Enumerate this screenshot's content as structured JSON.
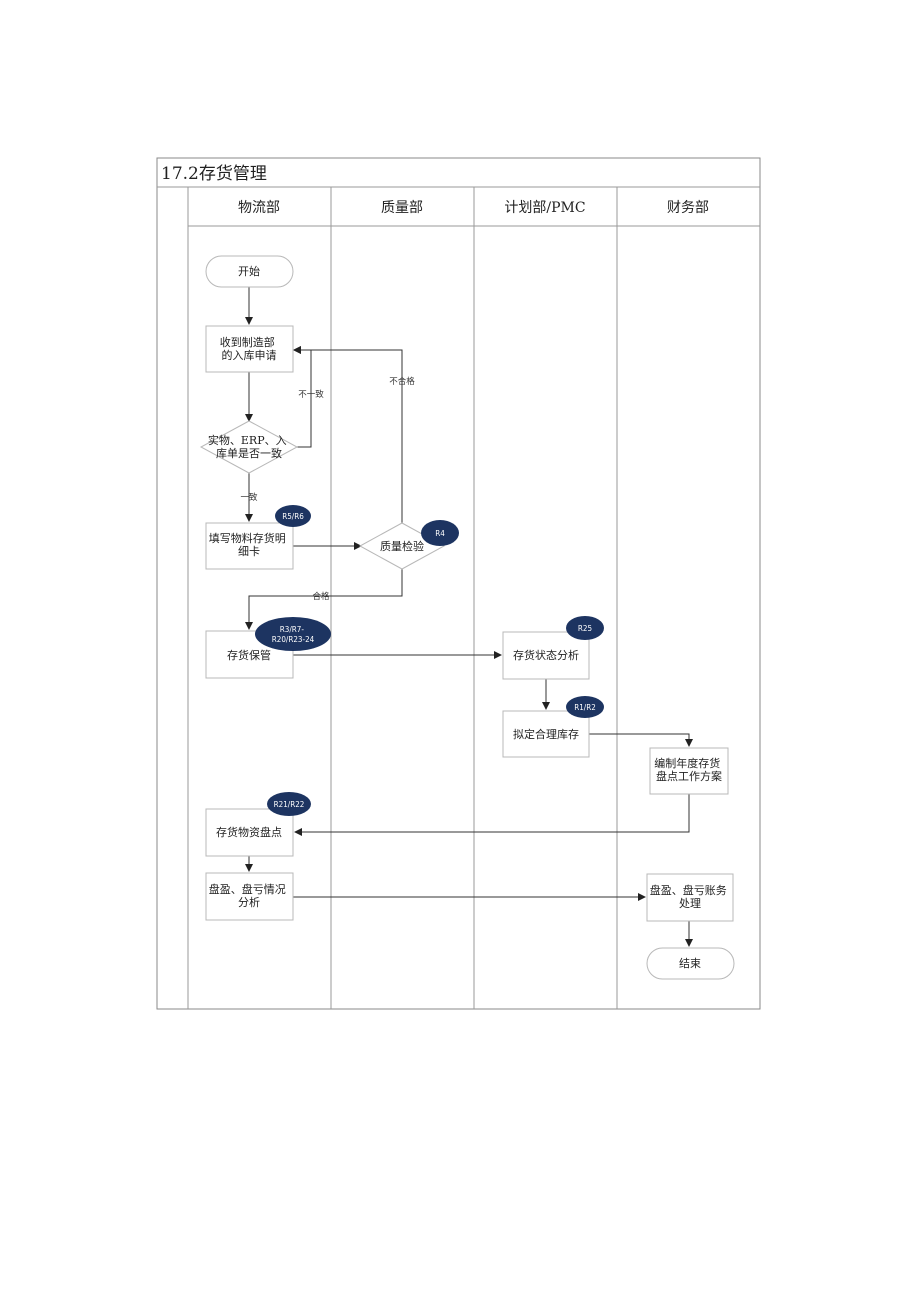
{
  "title": "17.2存货管理",
  "lanes": [
    "物流部",
    "质量部",
    "计划部/PMC",
    "财务部"
  ],
  "nodes": {
    "start": "开始",
    "receive": [
      "收到制造部",
      "的入库申请"
    ],
    "check": [
      "实物、ERP、入",
      "库单是否一致"
    ],
    "fill_card": [
      "填写物料存货明",
      "细卡"
    ],
    "quality": "质量检验",
    "storage": "存货保管",
    "status_analysis": "存货状态分析",
    "set_stock": "拟定合理库存",
    "plan": [
      "编制年度存货",
      "盘点工作方案"
    ],
    "count": "存货物资盘点",
    "surplus_analysis": [
      "盘盈、盘亏情况",
      "分析"
    ],
    "accounting": [
      "盘盈、盘亏账务",
      "处理"
    ],
    "end": "结束"
  },
  "badges": {
    "r5r6": "R5/R6",
    "r4": "R4",
    "r3": [
      "R3/R7-",
      "R20/R23-24"
    ],
    "r25": "R25",
    "r1r2": "R1/R2",
    "r21r22": "R21/R22"
  },
  "edge_labels": {
    "mismatch": "不一致",
    "unqualified": "不合格",
    "match": "一致",
    "qualified": "合格"
  },
  "colors": {
    "badge": "#1d3461",
    "border": "#b8b8b8",
    "frame": "#8a8a8a"
  }
}
